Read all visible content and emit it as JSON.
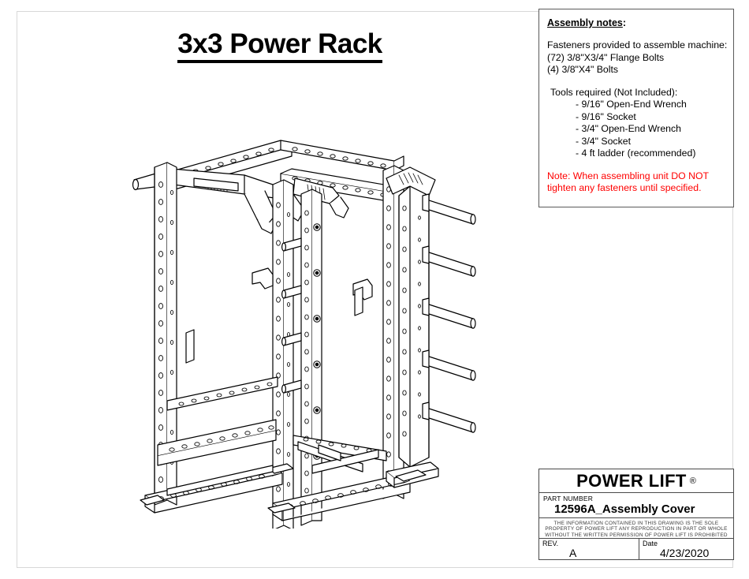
{
  "drawing": {
    "title": "3x3 Power Rack"
  },
  "notes": {
    "heading_underlined": "Assembly notes",
    "heading_suffix": ":",
    "fasteners_intro": "Fasteners provided to assemble machine:",
    "fastener_lines": [
      "(72) 3/8\"X3/4\" Flange Bolts",
      "(4) 3/8\"X4\" Bolts"
    ],
    "tools_heading": "Tools required (Not Included):",
    "tools": [
      "- 9/16\" Open-End Wrench",
      "- 9/16\" Socket",
      "- 3/4\" Open-End Wrench",
      "- 3/4\" Socket",
      "- 4 ft ladder (recommended)"
    ],
    "warning_lines": [
      "Note: When assembling unit DO NOT",
      "tighten any fasteners until specified."
    ],
    "warning_color": "#ff0000"
  },
  "title_block": {
    "brand": "POWER LIFT",
    "registered_mark": "®",
    "part_number_label": "PART NUMBER",
    "part_number_value": "12596A_Assembly Cover",
    "legal_lines": [
      "THE INFORMATION CONTAINED IN THIS DRAWING IS THE SOLE",
      "PROPERTY OF POWER LIFT ANY REPRODUCTION IN PART OR WHOLE",
      "WITHOUT THE WRITTEN PERMISSION OF POWER LIFT IS PROHIBITED"
    ],
    "rev_label": "REV.",
    "rev_value": "A",
    "date_label": "Date",
    "date_value": "4/23/2020"
  },
  "illustration": {
    "subject": "3x3 power rack isometric line drawing",
    "line_color": "#000000",
    "fill_color": "#ffffff",
    "components": [
      "pull-up bar assembly",
      "perforated uprights",
      "top cross members",
      "weight plate horns",
      "step rungs",
      "base rails",
      "base feet"
    ],
    "weight_horn_count": 5,
    "step_rung_count": 4
  }
}
